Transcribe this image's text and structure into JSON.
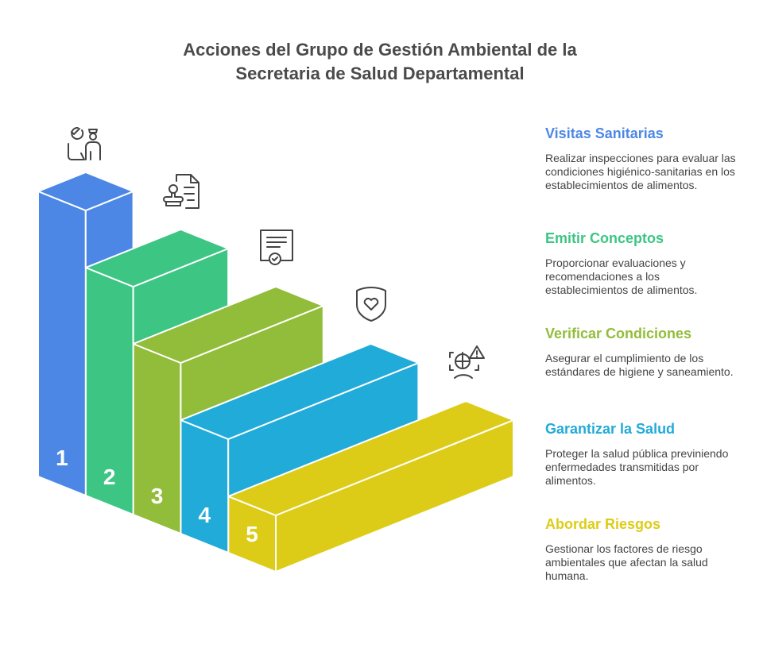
{
  "title": {
    "line1": "Acciones del Grupo de Gestión Ambiental de la",
    "line2": "Secretaria de Salud Departamental"
  },
  "steps": [
    {
      "number": "1",
      "color": "#4D87E6",
      "icon": "inspector-checklist-icon",
      "heading": "Visitas Sanitarias",
      "description": "Realizar inspecciones para evaluar las condiciones higiénico-sanitarias en los establecimientos de alimentos."
    },
    {
      "number": "2",
      "color": "#3DC584",
      "icon": "stamp-document-icon",
      "heading": "Emitir Conceptos",
      "description": "Proporcionar evaluaciones y recomendaciones a los establecimientos de alimentos."
    },
    {
      "number": "3",
      "color": "#92BD3A",
      "icon": "certificate-icon",
      "heading": "Verificar Condiciones",
      "description": "Asegurar el cumplimiento de los estándares de higiene y saneamiento."
    },
    {
      "number": "4",
      "color": "#21ABD9",
      "icon": "shield-heart-icon",
      "heading": "Garantizar la Salud",
      "description": "Proteger la salud pública previniendo enfermedades transmitidas por alimentos."
    },
    {
      "number": "5",
      "color": "#DDCC17",
      "icon": "risk-scan-icon",
      "heading": "Abordar Riesgos",
      "description": "Gestionar los factores de riesgo ambientales que afectan la salud humana."
    }
  ]
}
